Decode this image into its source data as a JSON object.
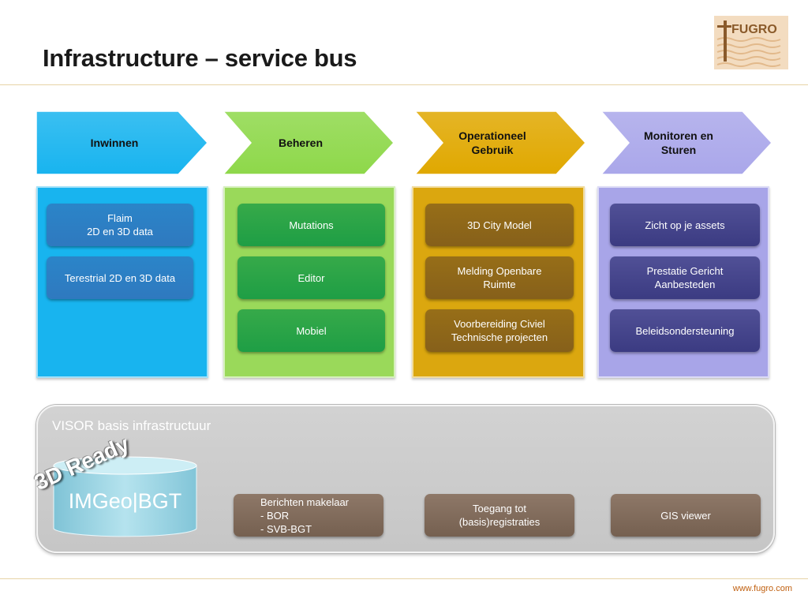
{
  "slide": {
    "title": "Infrastructure – service bus",
    "footer_url": "www.fugro.com",
    "logo_text": "FUGRO"
  },
  "stages": [
    {
      "label": "Inwinnen",
      "color": "#18b4ef",
      "panel_color": "#18b4ef",
      "item_color": "#2f79bf",
      "items": [
        "Flaim\n2D en 3D data",
        "Terestrial 2D en 3D data"
      ]
    },
    {
      "label": "Beheren",
      "color": "#8ed84a",
      "panel_color": "#9ad95a",
      "item_color": "#1e9e45",
      "items": [
        "Mutations",
        "Editor",
        "Mobiel"
      ]
    },
    {
      "label": "Operationeel\nGebruik",
      "color": "#e0a800",
      "panel_color": "#dba70f",
      "item_color": "#86601a",
      "items": [
        "3D City Model",
        "Melding Openbare\nRuimte",
        "Voorbereiding Civiel\nTechnische projecten"
      ]
    },
    {
      "label": "Monitoren en\nSturen",
      "color": "#aaa7ea",
      "panel_color": "#a8a5e8",
      "item_color": "#3b3b82",
      "items": [
        "Zicht op je assets",
        "Prestatie Gericht\nAanbesteden",
        "Beleidsondersteuning"
      ]
    }
  ],
  "basis": {
    "title": "VISOR basis infrastructuur",
    "database_label": "IMGeo|BGT",
    "badge": "3D Ready",
    "items": [
      "Berichten makelaar\n   - BOR\n   - SVB-BGT",
      "Toegang tot\n(basis)registraties",
      "GIS viewer"
    ]
  }
}
